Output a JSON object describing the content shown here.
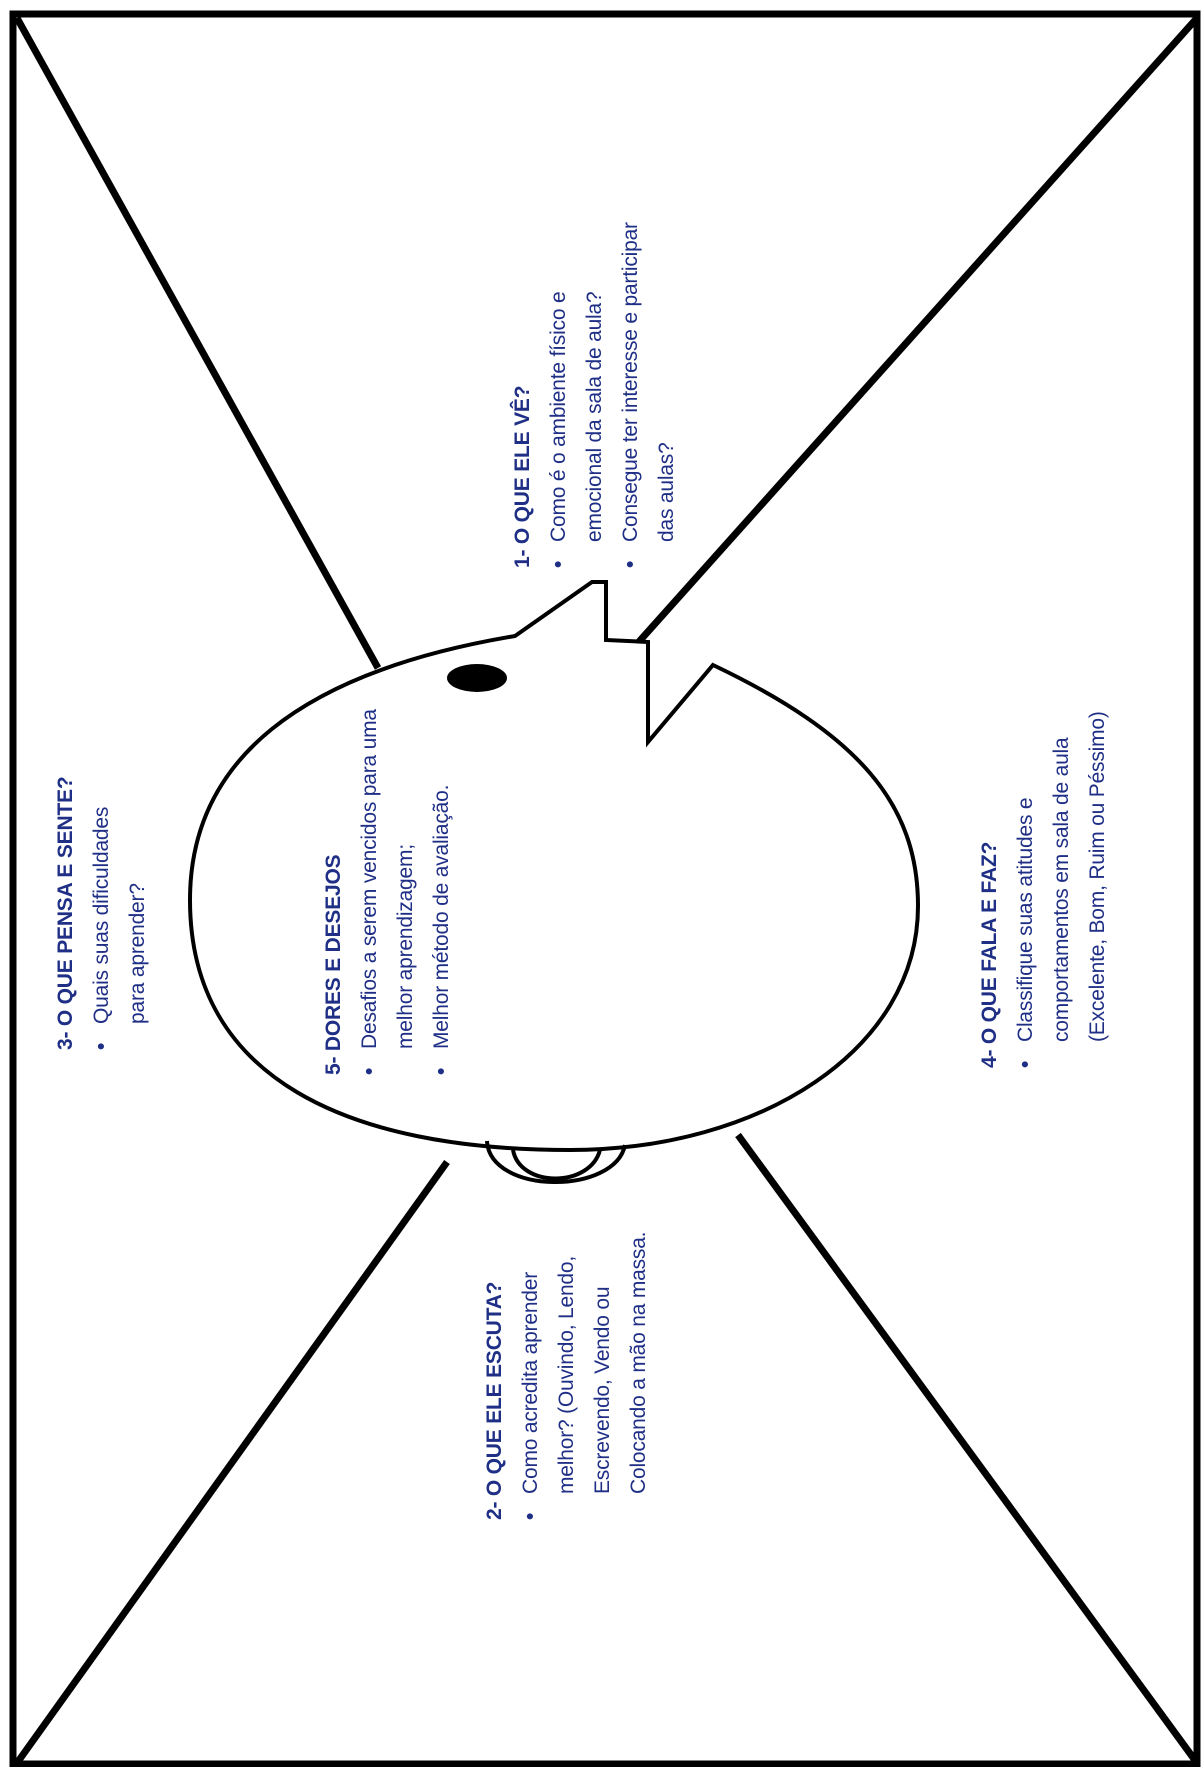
{
  "diagram": {
    "type": "empathy-map",
    "color_text": "#1f2f86",
    "color_lines": "#000000",
    "sections": {
      "ve": {
        "heading": "1- O QUE ELE VÊ?",
        "items": [
          "Como é o ambiente físico e emocional da sala de aula?",
          "Consegue ter interesse e participar das aulas?"
        ]
      },
      "escuta": {
        "heading": "2- O QUE ELE ESCUTA?",
        "items": [
          "Como acredita aprender melhor? (Ouvindo, Lendo, Escrevendo, Vendo ou Colocando a mão na massa."
        ]
      },
      "pensa": {
        "heading": "3- O QUE PENSA E SENTE?",
        "items": [
          "Quais suas dificuldades para aprender?"
        ]
      },
      "fala": {
        "heading": "4- O QUE FALA E FAZ?",
        "items": [
          "Classifique suas atitudes e comportamentos em sala de aula (Excelente, Bom, Ruim ou Péssimo)"
        ]
      },
      "dores": {
        "heading": "5- DORES E DESEJOS",
        "items": [
          "Desafios a serem vencidos para uma melhor aprendizagem;",
          "Melhor método de avaliação."
        ]
      }
    }
  }
}
